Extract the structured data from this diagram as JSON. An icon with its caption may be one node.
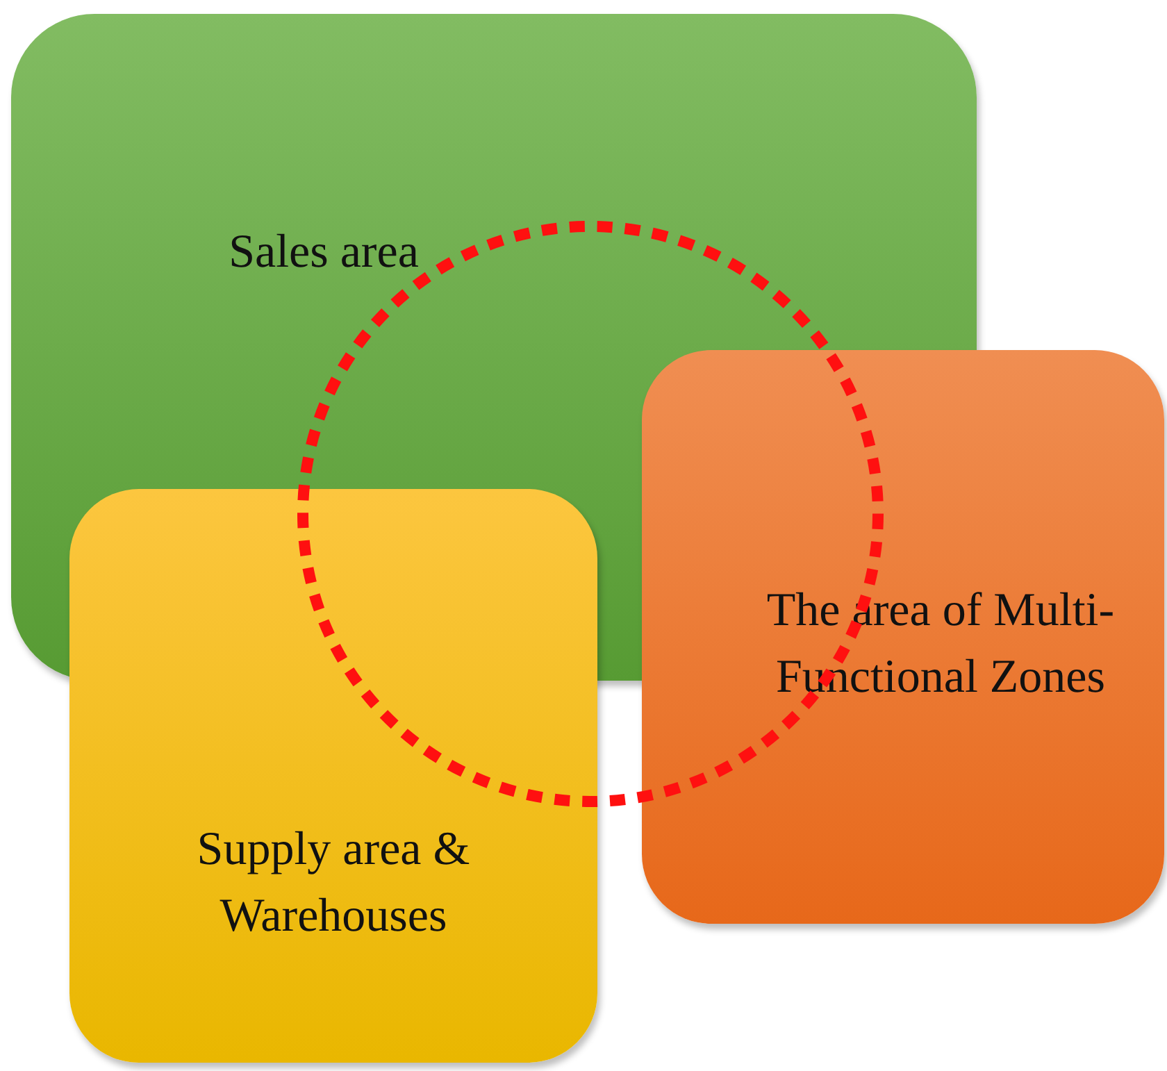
{
  "diagram": {
    "nodes": [
      {
        "text": [
          "Sales area"
        ]
      },
      {
        "text": [
          "Supply area & Warehouses"
        ]
      },
      {
        "text": [
          "The area of Multi-Functional Zones"
        ]
      },
      {
        "text": [],
        "shape": "circle"
      }
    ]
  }
}
